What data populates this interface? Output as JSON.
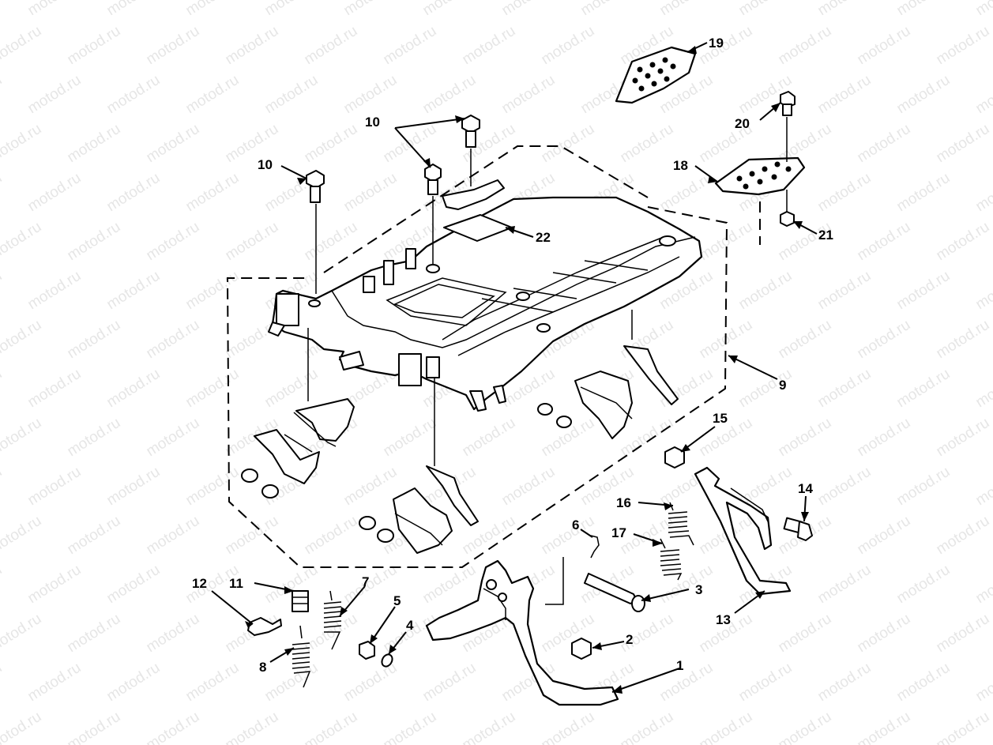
{
  "watermark": {
    "text": "motod.ru",
    "color": "#e6e6e6"
  },
  "callouts": [
    "1",
    "2",
    "3",
    "4",
    "5",
    "6",
    "7",
    "8",
    "9",
    "10",
    "10",
    "10",
    "11",
    "12",
    "13",
    "14",
    "15",
    "16",
    "17",
    "18",
    "19",
    "20",
    "21",
    "22"
  ],
  "colors": {
    "ink": "#000000",
    "background": "#ffffff"
  }
}
